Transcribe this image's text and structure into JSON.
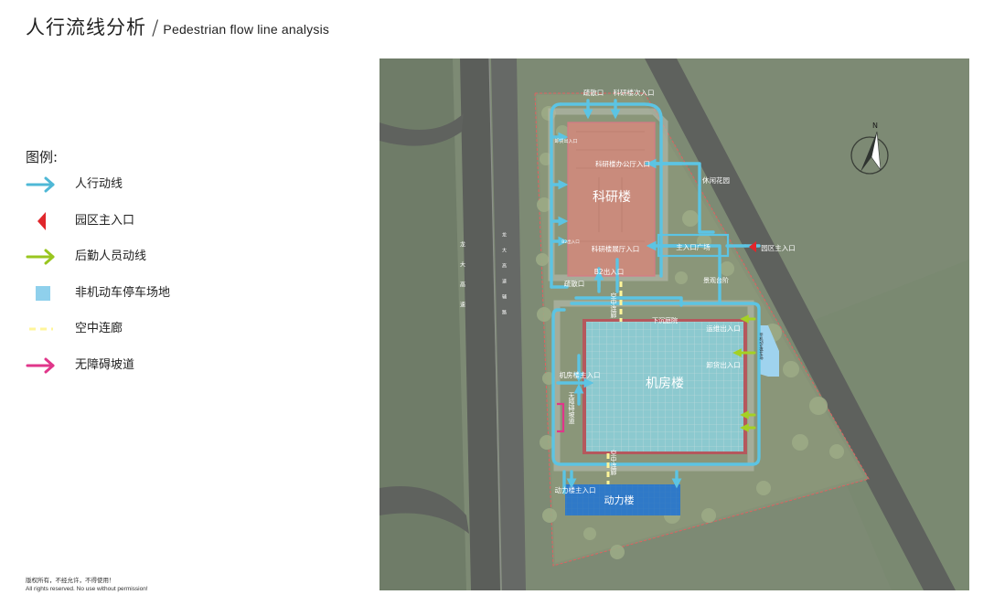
{
  "header": {
    "title_cn": "人行流线分析",
    "title_en": "Pedestrian flow line analysis"
  },
  "legend": {
    "title": "图例:",
    "items": [
      {
        "label": "人行动线",
        "color": "#4fb8d6",
        "icon": "arrow-right-icon"
      },
      {
        "label": "园区主入口",
        "color": "#e0262b",
        "icon": "triangle-left-icon"
      },
      {
        "label": "后勤人员动线",
        "color": "#99c61f",
        "icon": "arrow-right-icon"
      },
      {
        "label": "非机动车停车场地",
        "color": "#8fd0ec",
        "icon": "square-icon"
      },
      {
        "label": "空中连廊",
        "color": "#fff59a",
        "icon": "dashed-line-icon"
      },
      {
        "label": "无障碍坡道",
        "color": "#e0368a",
        "icon": "arrow-right-icon"
      }
    ]
  },
  "copyright": {
    "line1": "版权所有，不经允许，不得使用！",
    "line2": "All rights reserved. No use without permission!"
  },
  "map": {
    "buildings": {
      "research": "科研楼",
      "machine": "机房楼",
      "power": "动力楼"
    },
    "labels": {
      "evac_top": "疏散口",
      "research_secondary_entry": "科研楼次入口",
      "unload_top": "卸货出入口",
      "research_office_entry": "科研楼办公厅入口",
      "leisure_garden": "休闲花园",
      "research_exhibit_entry": "科研楼展厅入口",
      "main_plaza": "主入口广场",
      "park_main_entry": "园区主入口",
      "b2_exit": "B2出入口",
      "b2_small": "B2出入口",
      "landscape_steps": "景观台阶",
      "evac_mid": "疏散口",
      "skybridge_1": "空中连廊",
      "sunken_court": "下沉庭院",
      "ops_entry": "运维出入口",
      "unload_entry": "卸货出入口",
      "machine_main_entry": "机房楼主入口",
      "accessible_ramp": "无障碍坡道",
      "skybridge_2": "空中连廊",
      "power_main_entry": "动力楼主入口",
      "bike_parking": "非机动车停车场",
      "road_name": "龙大高速",
      "road_secondary": "龙大高速辅路",
      "north": "N"
    }
  }
}
